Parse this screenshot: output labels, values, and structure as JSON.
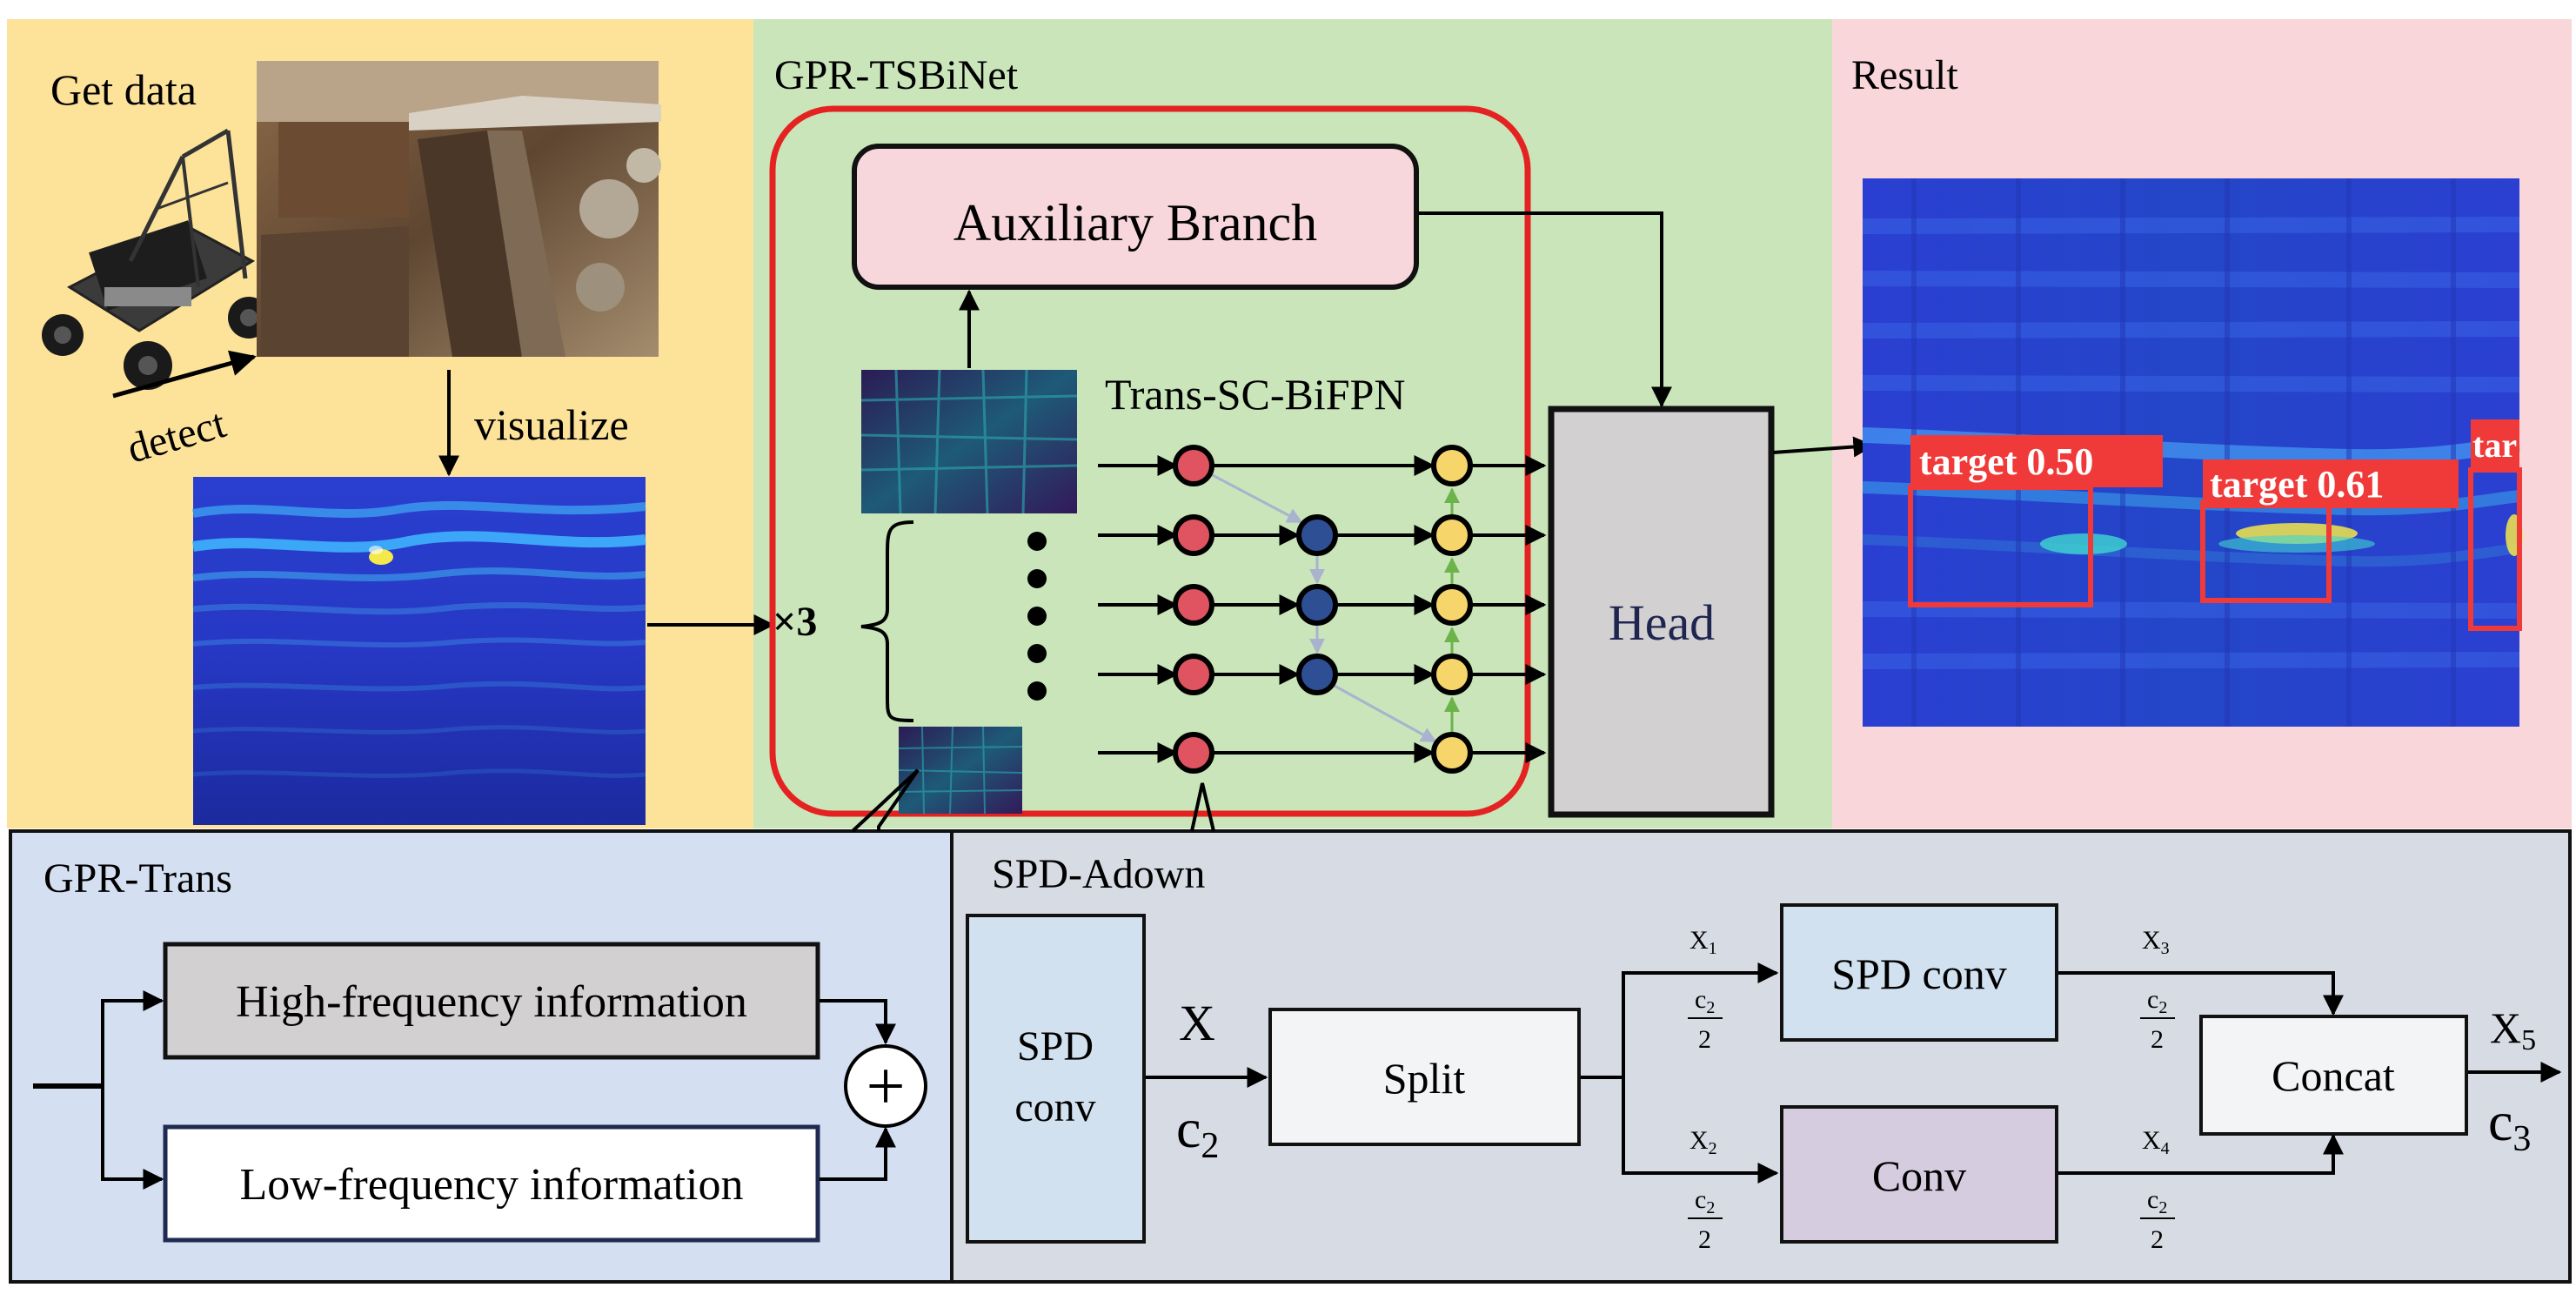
{
  "panels": {
    "get_data": "Get data",
    "detect": "detect",
    "visualize": "visualize",
    "network": "GPR-TSBiNet",
    "result": "Result",
    "gpr_trans": "GPR-Trans",
    "spd_adown": "SPD-Adown"
  },
  "network": {
    "auxiliary": "Auxiliary Branch",
    "fpn_label": "Trans-SC-BiFPN",
    "repeat": "×3",
    "head": "Head"
  },
  "result": {
    "detections": [
      {
        "label": "target 0.50"
      },
      {
        "label": "target 0.61"
      },
      {
        "label": "tar"
      }
    ]
  },
  "gpr_trans": {
    "high": "High-frequency information",
    "low": "Low-frequency information",
    "sum": "+"
  },
  "spd_adown": {
    "spd_conv_left_1": "SPD",
    "spd_conv_left_2": "conv",
    "x": "X",
    "c2_main": "c",
    "c2_main_sub": "2",
    "split": "Split",
    "spd_conv": "SPD conv",
    "conv": "Conv",
    "concat": "Concat",
    "x1": "X",
    "x1_sub": "1",
    "x2": "X",
    "x2_sub": "2",
    "x3": "X",
    "x3_sub": "3",
    "x4": "X",
    "x4_sub": "4",
    "x5": "X",
    "x5_sub": "5",
    "c3": "c",
    "c3_sub": "3",
    "frac_num": "c",
    "frac_num_sub": "2",
    "frac_den": "2"
  },
  "colors": {
    "panel_yellow": "#fde39a",
    "panel_green": "#c9e5b9",
    "panel_pink": "#f8d6da",
    "panel_blue": "#d5dff2",
    "panel_gray": "#d7dbe4",
    "aux_fill": "#f7d6dc",
    "head_fill": "#d3d0d2",
    "red_node": "#e05462",
    "blue_node": "#2f4f94",
    "yellow_node": "#f6d56a",
    "boundary_red": "#e42222",
    "detect_red": "#f03a3a",
    "spd_fill": "#d2e1ef",
    "conv_fill": "#d6cce0"
  }
}
